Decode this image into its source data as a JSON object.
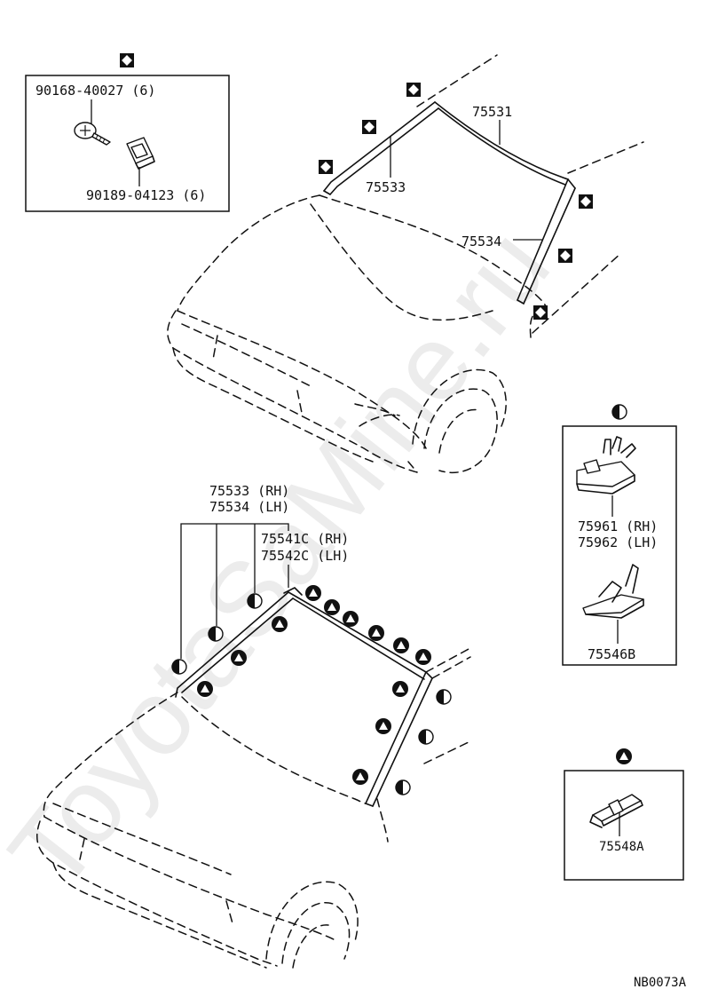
{
  "watermark": "ToyotaSaMine.ru",
  "diagram_code": "NB0073A",
  "legend": {
    "diamond": "diamond-square-symbol",
    "half_circle": "half-filled-circle-symbol",
    "triangle_circle": "triangle-in-circle-symbol"
  },
  "screw_box": {
    "screw_part": "90168-40027 (6)",
    "clip_part": "90189-04123 (6)"
  },
  "upper_view": {
    "windshield_molding": "75531",
    "pillar_molding_rh": "75533",
    "pillar_molding_lh": "75534"
  },
  "lower_view": {
    "rh_label": "75533 (RH)",
    "lh_label": "75534 (LH)",
    "clip_rh": "75541C (RH)",
    "clip_lh": "75542C (LH)"
  },
  "half_circle_box": {
    "clip_rh": "75961 (RH)",
    "clip_lh": "75962 (LH)",
    "clip_b": "75546B"
  },
  "triangle_box": {
    "clip_a": "75548A"
  }
}
